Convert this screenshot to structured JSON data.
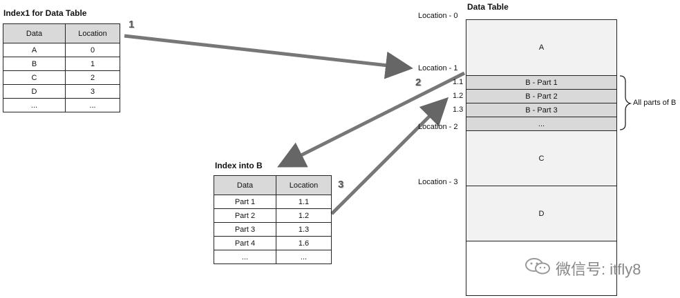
{
  "index1": {
    "title": "Index1 for Data Table",
    "headers": [
      "Data",
      "Location"
    ],
    "rows": [
      [
        "A",
        "0"
      ],
      [
        "B",
        "1"
      ],
      [
        "C",
        "2"
      ],
      [
        "D",
        "3"
      ],
      [
        "...",
        "..."
      ]
    ]
  },
  "indexB": {
    "title": "Index into B",
    "headers": [
      "Data",
      "Location"
    ],
    "rows": [
      [
        "Part 1",
        "1.1"
      ],
      [
        "Part 2",
        "1.2"
      ],
      [
        "Part 3",
        "1.3"
      ],
      [
        "Part 4",
        "1.6"
      ],
      [
        "...",
        "..."
      ]
    ]
  },
  "data_table": {
    "title": "Data Table",
    "cells": {
      "a": "A",
      "b_part1": "B - Part 1",
      "b_part2": "B - Part 2",
      "b_part3": "B - Part 3",
      "b_more": "...",
      "c": "C",
      "d": "D",
      "empty": ""
    },
    "locations": {
      "loc0": "Location - 0",
      "loc1": "Location - 1",
      "sub11": "1.1",
      "sub12": "1.2",
      "sub13": "1.3",
      "loc2": "Location - 2",
      "loc3": "Location - 3"
    },
    "brace_label": "All parts of B"
  },
  "steps": {
    "s1": "1",
    "s2": "2",
    "s3": "3"
  },
  "watermark": "微信号: itfly8",
  "colors": {
    "arrow": "#777777",
    "header_fill": "#d9d9d9",
    "cell_fill": "#f2f2f2"
  }
}
